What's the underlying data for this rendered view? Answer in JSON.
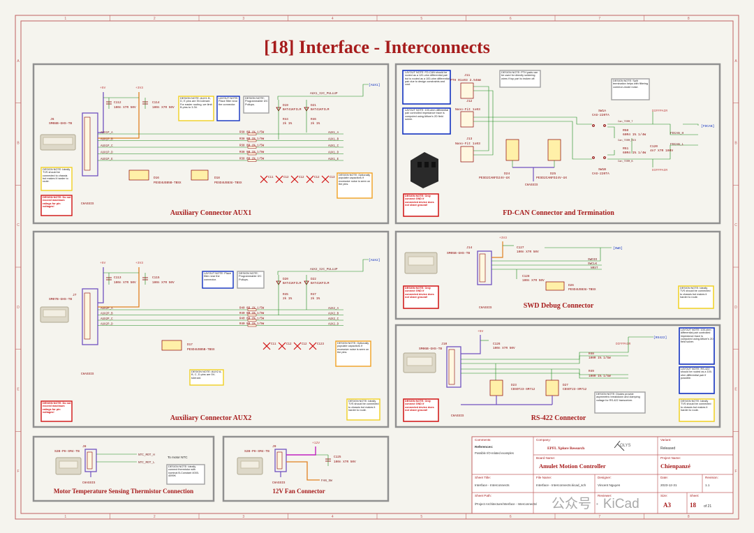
{
  "title": "[18] Interface - Interconnects",
  "border_cols": [
    "1",
    "2",
    "3",
    "4",
    "5",
    "6",
    "7",
    "8"
  ],
  "border_rows": [
    "A",
    "B",
    "C",
    "D",
    "E",
    "F"
  ],
  "blocks": {
    "aux1": {
      "title": "Auxiliary Connector AUX1",
      "conn_ref": "J6",
      "conn_value": "SM08B-GHS-TB",
      "pwr5": "+5V",
      "pwr33": "+3V3",
      "c1": "C112",
      "c1v": "100n X7R 50V",
      "c2": "C114",
      "c2v": "100n X7R 50V",
      "pullup_net": "AUX1_I2C_PULLUP",
      "bus_label": "[AUX1]",
      "d1": "D19",
      "d1v": "BAT41KFILM",
      "d2": "D21",
      "d2v": "BAT41KFILM",
      "r1": "R44",
      "r1v": "2k 1%",
      "r2": "R46",
      "r2v": "2k 1%",
      "pins": [
        "AUX1P_A",
        "AUX1P_B",
        "AUX1P_C",
        "AUX1P_D",
        "AUX1P_E"
      ],
      "series_r": [
        "R38 0R 1% 1/5W",
        "R38 0R 1% 1/5W",
        "R38 0R 1% 1/5W",
        "R38 0R 1% 1/5W",
        "R38 0R 1% 1/5W"
      ],
      "outs": [
        "AUX1_A",
        "AUX1_B",
        "AUX1_C",
        "AUX1_D",
        "AUX1_E"
      ],
      "tvs1": "D16",
      "tvs1v": "PESD4USB5B-TBSX",
      "tvs2": "D18",
      "tvs2v": "PESD4USB3U-TBSX",
      "caps": [
        "C11",
        "C12",
        "C12",
        "C12",
        "C13"
      ],
      "chassis": "CHASSIS",
      "note_aux": "DESIGN NOTE: AUX1 B, D, E pins are 5V-tolerant. For easier routing, we limit B pins to 3.3V.",
      "note_layout": "LAYOUT NOTE: Place filter near the connector.",
      "note_pullup": "DESIGN NOTE: Programmable I2C Pullups.",
      "note_tvs": "DESIGN NOTE: Ideally TVS should be connected to chassis but makes it harder to route.",
      "note_max": "DESIGN NOTE: Do not exceed maximum ratings for pin voltages!",
      "note_caps": "DESIGN NOTE: Optionally populate capacitors if excessive noise is seen on the pins."
    },
    "fdcan": {
      "title": "FD-CAN Connector and Termination",
      "note_layout1": "LAYOUT NOTE: FD-CAN should be routed as a 120-ohm differential pair but is routed as a 100-ohm differential pair due to design constraints and cost.",
      "note_layout2": "LAYOUT NOTE: 100-ohm differential pair controlled impedance trace is computed using Altium's 2D field solver.",
      "note_pth": "DESIGN NOTE: PTH pads can be used for directly soldering wires if top part is broken off.",
      "note_split": "DESIGN NOTE: Split termination helps with filtering common-mode noise.",
      "note_gnd": "DESIGN NOTE: Only connect GND if connected device does not share ground!",
      "j11": "J11",
      "j11v": "PTH 01x03 2.54mm",
      "j12": "J12",
      "j12v": "Nano-Fit 1x03",
      "j13": "J13",
      "j13v": "Nano-Fit 1x03",
      "sw1": "SW1A",
      "sw1v": "CAS-220TA",
      "sw2": "SW1B",
      "sw2v": "CAS-220TA",
      "r50": "R50",
      "r50v": "60R4 1% 1/4W",
      "r51": "R51",
      "r51v": "60R4 1% 1/4W",
      "c120": "C120",
      "c120v": "4n7 X7R 100V",
      "d24": "D24",
      "d24v": "PESD2CANFD24V-UX",
      "d25": "D25",
      "d25v": "PESD2CANFD24V-UX",
      "net_h": "FDCAN_H",
      "net_l": "FDCAN_L",
      "bus": "[FDCAN]",
      "term_t": "Can_TERM_T",
      "term_mid": "Can_TERM_MID",
      "term_b": "Can_TERM_B",
      "diff1": "DIFFPAIR",
      "diff2": "DIFFPAIR",
      "chassis": "CHASSIS"
    },
    "aux2": {
      "title": "Auxiliary Connector AUX2",
      "conn_ref": "J7",
      "conn_value": "SM07B-GHS-TB",
      "pwr5": "+5V",
      "pwr33": "+3V3",
      "c1": "C113",
      "c1v": "100n X7R 50V",
      "c2": "C115",
      "c2v": "100n X7R 50V",
      "pullup_net": "AUX2_I2C_PULLUP",
      "bus_label": "[AUX2]",
      "d1": "D20",
      "d1v": "BAT41KFILM",
      "d2": "D22",
      "d2v": "BAT41KFILM",
      "r1": "R45",
      "r1v": "2k 1%",
      "r2": "R47",
      "r2v": "2k 1%",
      "pins": [
        "AUX2P_A",
        "AUX2P_B",
        "AUX2P_C",
        "AUX2P_D"
      ],
      "series_r": [
        "R40 0R 1% 1/5W",
        "R40 0R 1% 1/5W",
        "R40 0R 1% 1/5W",
        "R40 0R 1% 1/5W"
      ],
      "outs": [
        "AUX2_A",
        "AUX2_B",
        "AUX2_C",
        "AUX2_D"
      ],
      "tvs1": "D17",
      "tvs1v": "PESD4USB5B-TBSX",
      "caps": [
        "C11",
        "C12",
        "C12",
        "C123"
      ],
      "chassis": "CHASSIS",
      "note_layout": "LAYOUT NOTE: Place filter near the connector.",
      "note_pullup": "DESIGN NOTE: Programmable I2C Pullups.",
      "note_aux": "DESIGN NOTE: AUX2 A, B, C, D pins are 5V-tolerant.",
      "note_tvs": "DESIGN NOTE: Ideally TVS should be connected to chassis but makes it harder to route.",
      "note_max": "DESIGN NOTE: Do not exceed maximum ratings for pin voltages!",
      "note_caps": "DESIGN NOTE: Optionally populate capacitors if excessive noise is seen on the pins."
    },
    "swd": {
      "title": "SWD Debug Connector",
      "pwr": "+3V3",
      "j": "J14",
      "jv": "SM05B-GHS-TB",
      "c127": "C127",
      "c127v": "100n X7R 50V",
      "c128": "C128",
      "c128v": "100n X7R 50V",
      "d26": "D26",
      "d26v": "PESD4USB3U-TBSX",
      "bus": "[SWD]",
      "nets": [
        "SWDIO",
        "SWCLK",
        "NRST"
      ],
      "chassis": "CHASSIS",
      "note_gnd": "DESIGN NOTE: Only connect GND if connected device does not share ground!",
      "note_tvs": "DESIGN NOTE: Ideally TVS should be connected to chassis but makes it harder to route."
    },
    "rs422": {
      "title": "RS-422 Connector",
      "pwr": "+5V",
      "j": "J10",
      "jv": "SM06B-GHS-TB",
      "c126": "C126",
      "c126v": "100n X7R 50V",
      "bus": "[RS422]",
      "r48": "R48",
      "r48v": "100R 1% 1/5W",
      "r49": "R49",
      "r49v": "100R 1% 1/5W",
      "d23": "D23",
      "d23v": "CDSOT23-SM712",
      "d27": "D27",
      "d27v": "CDSOT23-SM712",
      "diff": "DIFFPAIR",
      "chassis": "CHASSIS",
      "note_layout1": "LAYOUT NOTE: 100-ohm differential pair controlled impedance trace is computed using Altium's 2D field solver.",
      "note_layout2": "LAYOUT NOTE: RS-422 should be routed as a 100-ohm differential pair if possible.",
      "note_design": "DESIGN NOTE: Diodes provide asymmetric breakdown and clamping voltage for RS-422 transceiver.",
      "note_gnd": "DESIGN NOTE: Only connect GND if connected device does not share ground!",
      "note_tvs": "DESIGN NOTE: Ideally TVS should be connected to chassis but makes it harder to route."
    },
    "ntc": {
      "title": "Motor Temperature Sensing Thermistor Connection",
      "j": "J8",
      "jv": "S2B-PH-SM4-TB",
      "net1": "NTC_MOT_H",
      "net2": "NTC_MOT_L",
      "to": "To motor NTC",
      "note": "DESIGN NOTE: Ideally connect thermistor with nominal B-Constant 4000-4099K",
      "chassis": "CHASSIS"
    },
    "fan": {
      "title": "12V Fan Connector",
      "j": "J9",
      "jv": "S2B-PH-SM4-TB",
      "pwr": "+12V",
      "c125": "C125",
      "c125v": "100n X7R 50V",
      "net": "FAN_SW",
      "chassis": "CHASSIS"
    }
  },
  "title_block": {
    "comments_label": "Comments:",
    "references_label": "References:",
    "references_value": "Possible I/O-related examples",
    "company_label": "Company:",
    "company": "EPFL Xplore Research",
    "variant_label": "Variant:",
    "variant": "Released",
    "board_label": "Board Name:",
    "board": "Amulet Motion Controller",
    "project_label": "Project Name:",
    "project": "Chienpanzé",
    "sheet_title_label": "Sheet Title:",
    "sheet_title": "Interface - Interconnects",
    "file_label": "File Name:",
    "file": "Interface - Interconnects.kicad_sch",
    "designer_label": "Designer:",
    "designer": "Vincent Nguyen",
    "date_label": "Date:",
    "date": "2023-12-31",
    "revision_label": "Revision:",
    "revision": "1.1",
    "path_label": "Sheet Path:",
    "path": "/Project Architecture/Interface - Interconnects/",
    "reviewer_label": "Reviewer:",
    "size_label": "Size:",
    "size": "A3",
    "sheet_label": "Sheet:",
    "sheet": "18",
    "of": "of 21",
    "logo_text": "OLYS",
    "watermark": "公众号 · KiCad"
  },
  "colors": {
    "title_red": "#a61c1c",
    "frame": "#c06060",
    "wire": "#1a8a1a",
    "net_label": "#7a2020",
    "power": "#c04040",
    "part": "#8b0000",
    "note_yellow": "#f0d020",
    "note_blue": "#1030c0",
    "note_red": "#d01010",
    "note_grey": "#a0a0a0",
    "note_orange": "#f0a020",
    "conn_purple": "#7050c0",
    "pullup_orange": "#e08020",
    "fan_magenta": "#c020c0"
  }
}
